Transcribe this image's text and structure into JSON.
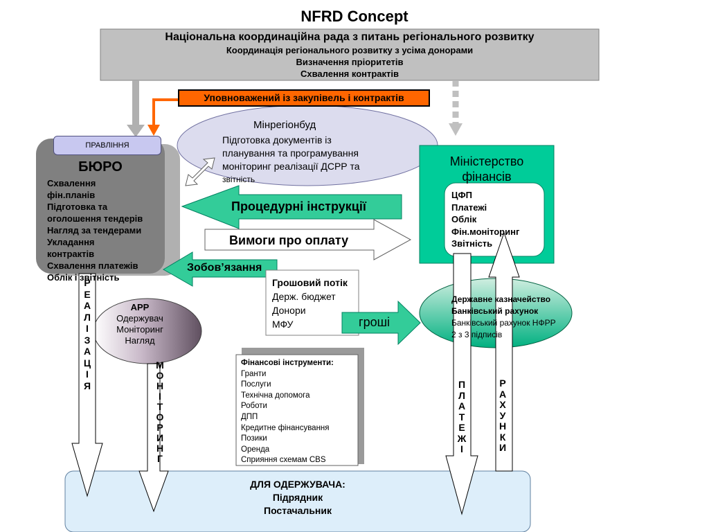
{
  "title": "NFRD Concept",
  "council": {
    "lines": [
      "Національна координаційна рада з питань регіонального розвитку",
      "Координація регіонального розвитку з усіма донорами",
      "Визначення пріоритетів",
      "Схвалення контрактів"
    ]
  },
  "procurement_officer": "Уповноважений із закупівель і контрактів",
  "board_label": "ПРАВЛІННЯ",
  "bureau": {
    "title": "БЮРО",
    "items": [
      "Схвалення",
      "фін.планів",
      "Підготовка та",
      "оголошення тендерів",
      "Нагляд за тендерами",
      "Укладання",
      "контрактів",
      "Схвалення платежів",
      "Облік і звітність"
    ]
  },
  "minregion": {
    "title": "Мінрегіонбуд",
    "lines": [
      "Підготовка документів із",
      "планування та програмування",
      "моніторинг реалізації ДСРР та",
      "звітність"
    ]
  },
  "ministry_finance": {
    "title_lines": [
      "Міністерство",
      "фінансів"
    ],
    "items": [
      "ЦФП",
      "Платежі",
      "Облік",
      "Фін.моніторинг",
      "Звітність"
    ]
  },
  "arrows": {
    "procedural": "Процедурні інструкції",
    "payment_requirements": "Вимоги про оплату",
    "obligations": "Зобов’язання",
    "money": "гроші"
  },
  "money_flow": {
    "title": "Грошовий потік",
    "items": [
      "Держ. бюджет",
      "Донори",
      "МФУ"
    ]
  },
  "treasury": {
    "lines": [
      "Державне казначейство",
      "Банківський рахунок",
      "Банківський рахунок НФРР",
      "2 з 3 підписів"
    ]
  },
  "app": {
    "title": "APP",
    "lines": [
      "Одержувач",
      "Моніторинг",
      "Нагляд"
    ]
  },
  "instruments": {
    "title": "Фінансові інструменти:",
    "items": [
      "Гранти",
      "Послуги",
      "Технічна допомога",
      "Роботи",
      "ДПП",
      "Кредитне фінансування",
      "Позики",
      "Оренда",
      "Сприяння схемам CBS"
    ]
  },
  "recipient": {
    "lines": [
      "ДЛЯ ОДЕРЖУВАЧА:",
      "Підрядник",
      "Постачальник"
    ]
  },
  "vertical_labels": {
    "implementation": "РЕАЛІЗАЦІЯ",
    "monitoring": "МОНІТОРИНГ",
    "payments": "ПЛАТЕЖІ",
    "invoices": "РАХУНКИ"
  },
  "colors": {
    "council_bg": "#c0c0c0",
    "procurement_border": "#ff6600",
    "bureau_bg": "#808080",
    "minregion_bg": "#dcdcee",
    "ministry_bg": "#00cc99",
    "arrow_green": "#33cc99",
    "recipient_bg": "#ddeefa",
    "board_bg": "#c8c8f0"
  }
}
